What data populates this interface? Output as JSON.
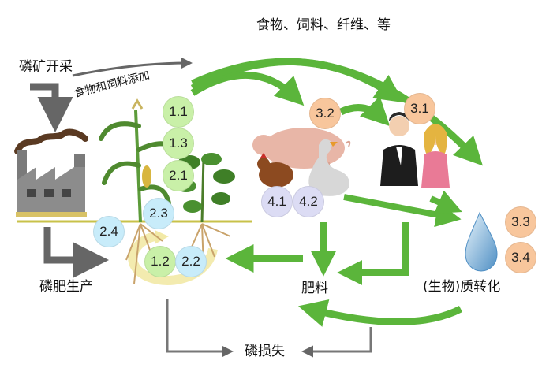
{
  "labels": {
    "mining": "磷矿开采",
    "food_feed_add": "食物和饲料添加",
    "food_feed_fiber": "食物、饲料、纤维、等",
    "fertilizer_production": "磷肥生产",
    "fertilizer": "肥料",
    "bio_transformation": "(生物)质转化",
    "phosphorus_loss": "磷损失"
  },
  "badges": {
    "b11": "1.1",
    "b13": "1.3",
    "b21": "2.1",
    "b23": "2.3",
    "b24": "2.4",
    "b12": "1.2",
    "b22": "2.2",
    "b41": "4.1",
    "b42": "4.2",
    "b32": "3.2",
    "b31": "3.1",
    "b33": "3.3",
    "b34": "3.4"
  },
  "colors": {
    "flow_green": "#5bb53b",
    "gray_arrow": "#666666",
    "badge_green": "#c9f0a8",
    "badge_blue": "#c8ecfa",
    "badge_lavender": "#dcdcf4",
    "badge_orange": "#f8c69c",
    "soil_line": "#c8c24a"
  },
  "icons": [
    "factory-icon",
    "corn-plant-icon",
    "bean-plant-icon",
    "pig-icon",
    "chicken-icon",
    "goose-icon",
    "people-icon",
    "water-drop-icon",
    "recycle-arrow-icon"
  ]
}
